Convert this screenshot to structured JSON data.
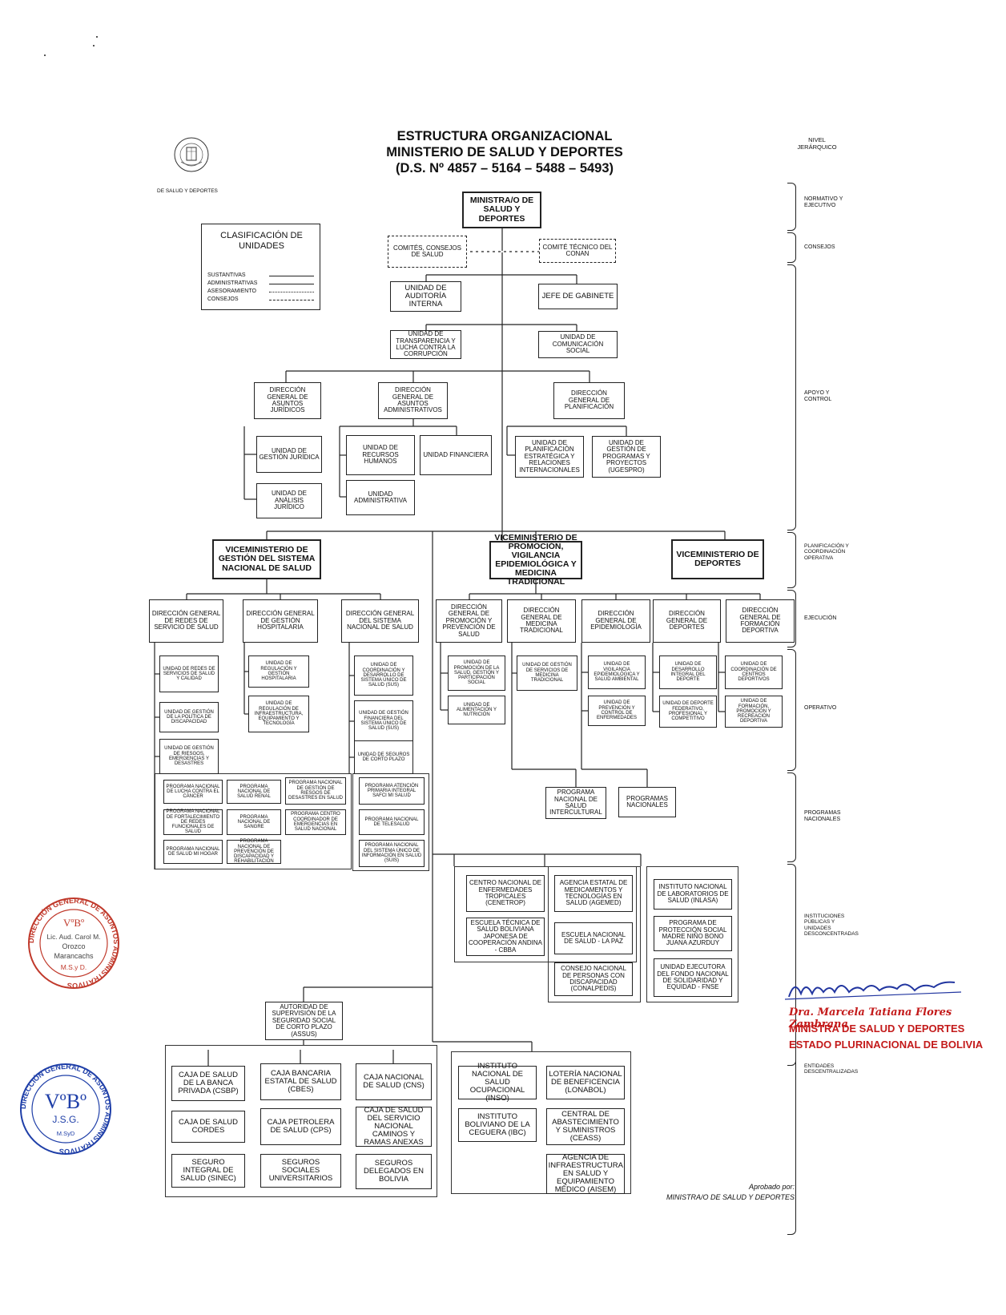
{
  "header": {
    "title_line1": "ESTRUCTURA ORGANIZACIONAL",
    "title_line2": "MINISTERIO DE SALUD Y DEPORTES",
    "title_line3": "(D.S. Nº 4857 – 5164 – 5488 – 5493)",
    "logo_caption": "DE SALUD Y DEPORTES"
  },
  "legend": {
    "title": "CLASIFICACIÓN DE UNIDADES",
    "items": [
      "SUSTANTIVAS",
      "ADMINISTRATIVAS",
      "ASESORAMIENTO",
      "CONSEJOS"
    ]
  },
  "levels": {
    "heading": "NIVEL JERÁRQUICO",
    "items": [
      "NORMATIVO Y EJECUTIVO",
      "CONSEJOS",
      "APOYO Y CONTROL",
      "PLANIFICACIÓN Y COORDINACIÓN OPERATIVA",
      "EJECUCIÓN",
      "OPERATIVO",
      "PROGRAMAS NACIONALES",
      "INSTITUCIONES PÚBLICAS Y UNIDADES DESCONCENTRADAS",
      "ENTIDADES DESCENTRALIZADAS"
    ]
  },
  "units": {
    "ministro": "MINISTRA/O DE SALUD Y DEPORTES",
    "comites": "COMITÉS, CONSEJOS DE SALUD",
    "conan": "COMITÉ TÉCNICO DEL CONAN",
    "auditoria": "UNIDAD DE AUDITORÍA INTERNA",
    "gabinete": "JEFE DE GABINETE",
    "transparencia": "UNIDAD DE TRANSPARENCIA Y LUCHA CONTRA LA CORRUPCIÓN",
    "comunicacion": "UNIDAD DE COMUNICACIÓN SOCIAL",
    "dg_juridicos": "DIRECCIÓN GENERAL DE ASUNTOS JURÍDICOS",
    "dg_administrativos": "DIRECCIÓN GENERAL DE ASUNTOS ADMINISTRATIVOS",
    "dg_planificacion": "DIRECCIÓN GENERAL DE PLANIFICACIÓN",
    "u_gestion_juridica": "UNIDAD DE GESTIÓN JURÍDICA",
    "u_analisis_juridico": "UNIDAD DE ANÁLISIS JURÍDICO",
    "u_rrhh": "UNIDAD DE RECURSOS HUMANOS",
    "u_financiera": "UNIDAD FINANCIERA",
    "u_administrativa": "UNIDAD ADMINISTRATIVA",
    "u_planificacion_estrategica": "UNIDAD DE PLANIFICACIÓN ESTRATÉGICA Y RELACIONES INTERNACIONALES",
    "ugespro": "UNIDAD DE GESTIÓN DE PROGRAMAS Y PROYECTOS (UGESPRO)",
    "vm_gestion": "VICEMINISTERIO DE GESTIÓN DEL SISTEMA NACIONAL DE SALUD",
    "vm_promocion": "VICEMINISTERIO DE PROMOCIÓN, VIGILANCIA EPIDEMIOLÓGICA Y MEDICINA TRADICIONAL",
    "vm_deportes": "VICEMINISTERIO DE DEPORTES",
    "dg_redes": "DIRECCIÓN GENERAL DE REDES DE SERVICIO DE SALUD",
    "dg_hospitalaria": "DIRECCIÓN GENERAL DE GESTIÓN HOSPITALARIA",
    "dg_sns": "DIRECCIÓN GENERAL DEL SISTEMA NACIONAL DE SALUD",
    "dg_promocion": "DIRECCIÓN GENERAL DE PROMOCIÓN Y PREVENCIÓN DE SALUD",
    "dg_medicina_trad": "DIRECCIÓN GENERAL DE MEDICINA TRADICIONAL",
    "dg_epidemiologia": "DIRECCIÓN GENERAL DE EPIDEMIOLOGÍA",
    "dg_deportes": "DIRECCIÓN GENERAL DE DEPORTES",
    "dg_formacion": "DIRECCIÓN GENERAL DE FORMACIÓN DEPORTIVA",
    "u_redes": "UNIDAD DE REDES DE SERVICIOS DE SALUD Y CALIDAD",
    "u_discapacidad": "UNIDAD DE GESTIÓN DE LA POLÍTICA DE DISCAPACIDAD",
    "u_riesgos": "UNIDAD DE GESTIÓN DE RIESGOS, EMERGENCIAS Y DESASTRES",
    "u_regulacion_hosp": "UNIDAD DE REGULACIÓN Y GESTIÓN HOSPITALARIA",
    "u_infraestructura": "UNIDAD DE REGULACIÓN DE INFRAESTRUCTURA, EQUIPAMIENTO Y TECNOLOGÍA",
    "u_coordinacion_sus": "UNIDAD DE COORDINACIÓN Y DESARROLLO DE SISTEMA ÚNICO DE SALUD (SUS)",
    "u_gestion_financiera_sus": "UNIDAD DE GESTIÓN FINANCIERA DEL SISTEMA ÚNICO DE SALUD (SUS)",
    "u_seguros_cp": "UNIDAD DE SEGUROS DE CORTO PLAZO",
    "u_promocion": "UNIDAD DE PROMOCIÓN DE LA SALUD, GESTIÓN Y PARTICIPACIÓN SOCIAL",
    "u_alimentacion": "UNIDAD DE ALIMENTACIÓN Y NUTRICIÓN",
    "u_servicios_med_trad": "UNIDAD DE GESTIÓN DE SERVICIOS DE MEDICINA TRADICIONAL",
    "u_vigilancia": "UNIDAD DE VIGILANCIA EPIDEMIOLÓGICA Y SALUD AMBIENTAL",
    "u_prevencion_enf": "UNIDAD DE PREVENCIÓN Y CONTROL DE ENFERMEDADES",
    "u_desarrollo_deporte": "UNIDAD DE DESARROLLO INTEGRAL DEL DEPORTE",
    "u_deporte_federativo": "UNIDAD DE DEPORTE FEDERATIVO, PROFESIONAL Y COMPETITIVO",
    "u_centros_deportivos": "UNIDAD DE COORDINACIÓN DE CENTROS DEPORTIVOS",
    "u_formacion": "UNIDAD DE FORMACIÓN, PROMOCIÓN Y RECREACIÓN DEPORTIVA",
    "p_cancer": "PROGRAMA NACIONAL DE LUCHA CONTRA EL CÁNCER",
    "p_salud_renal": "PROGRAMA NACIONAL DE SALUD RENAL",
    "p_desastres": "PROGRAMA NACIONAL DE GESTIÓN DE RIESGOS DE DESASTRES EN SALUD",
    "p_fortalecimiento": "PROGRAMA NACIONAL DE FORTALECIMIENTO DE REDES FUNCIONALES DE SALUD",
    "p_sangre": "PROGRAMA NACIONAL DE SANGRE",
    "p_centro_coordinador": "PROGRAMA CENTRO COORDINADOR DE EMERGENCIAS EN SALUD NACIONAL",
    "p_salud_mi_hogar": "PROGRAMA NACIONAL DE SALUD MI HOGAR",
    "p_prevencion_discapacidad": "PROGRAMA NACIONAL DE PREVENCIÓN DE DISCAPACIDAD Y REHABILITACIÓN",
    "p_atencion_primaria": "PROGRAMA ATENCIÓN PRIMARIA INTEGRAL SAFCI MI SALUD",
    "p_telesalud": "PROGRAMA NACIONAL DE TELESALUD",
    "p_informacion": "PROGRAMA NACIONAL DEL SISTEMA ÚNICO DE INFORMACIÓN EN SALUD (SUIS)",
    "p_intercultural": "PROGRAMA NACIONAL DE SALUD INTERCULTURAL",
    "p_nacionales": "PROGRAMAS NACIONALES",
    "cenetrop": "CENTRO NACIONAL DE ENFERMEDADES TROPICALES (CENETROP)",
    "agemed": "AGENCIA ESTATAL DE MEDICAMENTOS Y TECNOLOGÍAS EN SALUD (AGEMED)",
    "inlasa": "INSTITUTO NACIONAL DE LABORATORIOS DE SALUD (INLASA)",
    "escuela_boliviana": "ESCUELA TÉCNICA DE SALUD BOLIVIANA JAPONESA DE COOPERACIÓN ANDINA - CBBA",
    "escuela_lapaz": "ESCUELA NACIONAL DE SALUD - LA PAZ",
    "proteccion_social": "PROGRAMA DE PROTECCIÓN SOCIAL MADRE NIÑO BONO JUANA AZURDUY",
    "conalpedis": "CONSEJO NACIONAL DE PERSONAS CON DISCAPACIDAD (CONALPEDIS)",
    "fnse": "UNIDAD EJECUTORA DEL FONDO NACIONAL DE SOLIDARIDAD Y EQUIDAD - FNSE",
    "assus": "AUTORIDAD DE SUPERVISIÓN DE LA SEGURIDAD SOCIAL DE CORTO PLAZO (ASSUS)",
    "cssp": "CAJA DE SALUD DE LA BANCA PRIVADA (CSBP)",
    "cbes": "CAJA BANCARIA ESTATAL DE SALUD (CBES)",
    "cns": "CAJA NACIONAL DE SALUD (CNS)",
    "cordes": "CAJA DE SALUD CORDES",
    "cps": "CAJA PETROLERA DE SALUD (CPS)",
    "caminos": "CAJA DE SALUD DEL SERVICIO NACIONAL CAMINOS Y RAMAS ANEXAS",
    "sinec": "SEGURO INTEGRAL DE SALUD (SINEC)",
    "universitarios": "SEGUROS SOCIALES UNIVERSITARIOS",
    "delegados": "SEGUROS DELEGADOS EN BOLIVIA",
    "inso": "INSTITUTO NACIONAL DE SALUD OCUPACIONAL (INSO)",
    "ibc": "INSTITUTO BOLIVIANO DE LA CEGUERA (IBC)",
    "lonabol": "LOTERÍA NACIONAL DE BENEFICENCIA (LONABOL)",
    "ceass": "CENTRAL DE ABASTECIMIENTO Y SUMINISTROS (CEASS)",
    "aisem": "AGENCIA DE INFRAESTRUCTURA EN SALUD Y EQUIPAMIENTO MÉDICO (AISEM)"
  },
  "approval": {
    "line1": "Aprobado por:",
    "line2": "MINISTRA/O DE SALUD Y DEPORTES"
  },
  "signature": {
    "name": "Dra. Marcela Tatiana Flores Zambrana",
    "role1": "MINISTRA DE SALUD Y DEPORTES",
    "role2": "ESTADO PLURINACIONAL DE BOLIVIA"
  },
  "stamp_top": {
    "ring_text": "DIRECCIÓN GENERAL DE ASUNTOS ADMINISTRATIVOS",
    "center": "VºBº",
    "line1": "Lic. Aud. Carol M.",
    "line2": "Orozco",
    "line3": "Marancachs",
    "line4": "M.S.y D."
  },
  "stamp_bottom": {
    "ring_text": "DIRECCIÓN GENERAL DE ASUNTOS ADMINISTRATIVOS",
    "center": "VºBº",
    "initials": "J.S.G.",
    "line4": "M.SyD"
  },
  "colors": {
    "stamp_red": "#c0392b",
    "stamp_blue": "#1f3fa8",
    "signature_red": "#c31a1a"
  }
}
